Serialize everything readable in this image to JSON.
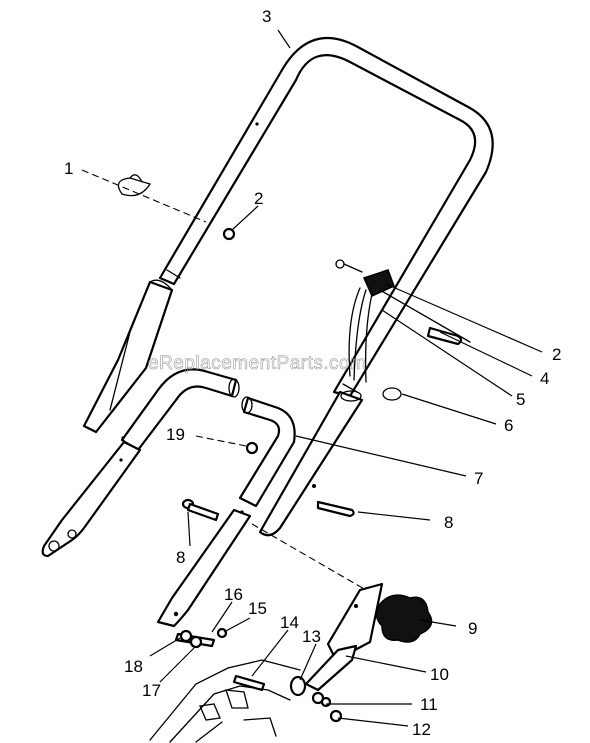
{
  "watermark": "eReplacementParts.com",
  "callouts": [
    {
      "id": "c1",
      "text": "1"
    },
    {
      "id": "c2a",
      "text": "2"
    },
    {
      "id": "c3",
      "text": "3"
    },
    {
      "id": "c2b",
      "text": "2"
    },
    {
      "id": "c4",
      "text": "4"
    },
    {
      "id": "c5",
      "text": "5"
    },
    {
      "id": "c6",
      "text": "6"
    },
    {
      "id": "c19",
      "text": "19"
    },
    {
      "id": "c7",
      "text": "7"
    },
    {
      "id": "c8a",
      "text": "8"
    },
    {
      "id": "c8b",
      "text": "8"
    },
    {
      "id": "c9",
      "text": "9"
    },
    {
      "id": "c16",
      "text": "16"
    },
    {
      "id": "c15",
      "text": "15"
    },
    {
      "id": "c14",
      "text": "14"
    },
    {
      "id": "c13",
      "text": "13"
    },
    {
      "id": "c10",
      "text": "10"
    },
    {
      "id": "c18",
      "text": "18"
    },
    {
      "id": "c17",
      "text": "17"
    },
    {
      "id": "c11",
      "text": "11"
    },
    {
      "id": "c12",
      "text": "12"
    }
  ]
}
